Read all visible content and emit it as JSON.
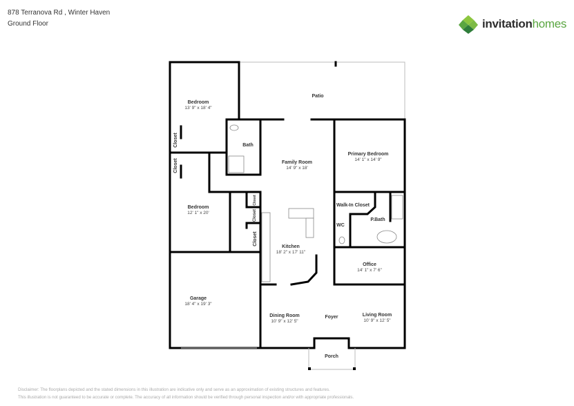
{
  "header": {
    "address": "878 Terranova Rd , Winter Haven",
    "floor": "Ground Floor"
  },
  "logo": {
    "part1": "invitation",
    "part2": "homes",
    "green": "#5aa641"
  },
  "rooms": {
    "bedroom1": {
      "name": "Bedroom",
      "dims": "13' 9\" x 18' 4\""
    },
    "patio": {
      "name": "Patio"
    },
    "bath": {
      "name": "Bath"
    },
    "family": {
      "name": "Family Room",
      "dims": "14' 9\" x 18'"
    },
    "primary": {
      "name": "Primary Bedroom",
      "dims": "14' 1\" x 14' 9\""
    },
    "closet_a": {
      "name": "Closet"
    },
    "closet_b": {
      "name": "Closet"
    },
    "closet_c": {
      "name": "Closet"
    },
    "closet_d": {
      "name": "Closet"
    },
    "closet_e": {
      "name": "Closet"
    },
    "bedroom2": {
      "name": "Bedroom",
      "dims": "12' 1\" x 20'"
    },
    "walkin": {
      "name": "Walk-In Closet"
    },
    "pbath": {
      "name": "P.Bath"
    },
    "wc": {
      "name": "WC"
    },
    "kitchen": {
      "name": "Kitchen",
      "dims": "18' 2\" x 17' 11\""
    },
    "office": {
      "name": "Office",
      "dims": "14' 1\" x 7' 6\""
    },
    "garage": {
      "name": "Garage",
      "dims": "18' 4\" x 19' 3\""
    },
    "dining": {
      "name": "Dining Room",
      "dims": "10' 9\" x 12' 5\""
    },
    "foyer": {
      "name": "Foyer"
    },
    "living": {
      "name": "Living Room",
      "dims": "10' 9\" x 12' 5\""
    },
    "porch": {
      "name": "Porch"
    }
  },
  "disclaimer": {
    "line1": "Disclaimer: The floorplans depicted and the stated dimensions in this illustration are indicative only and serve as an approximation of existing structures and features.",
    "line2": "This illustration is not guaranteed to be accurate or complete. The accuracy of all information should be verified through personal inspection and/or with appropriate professionals."
  }
}
